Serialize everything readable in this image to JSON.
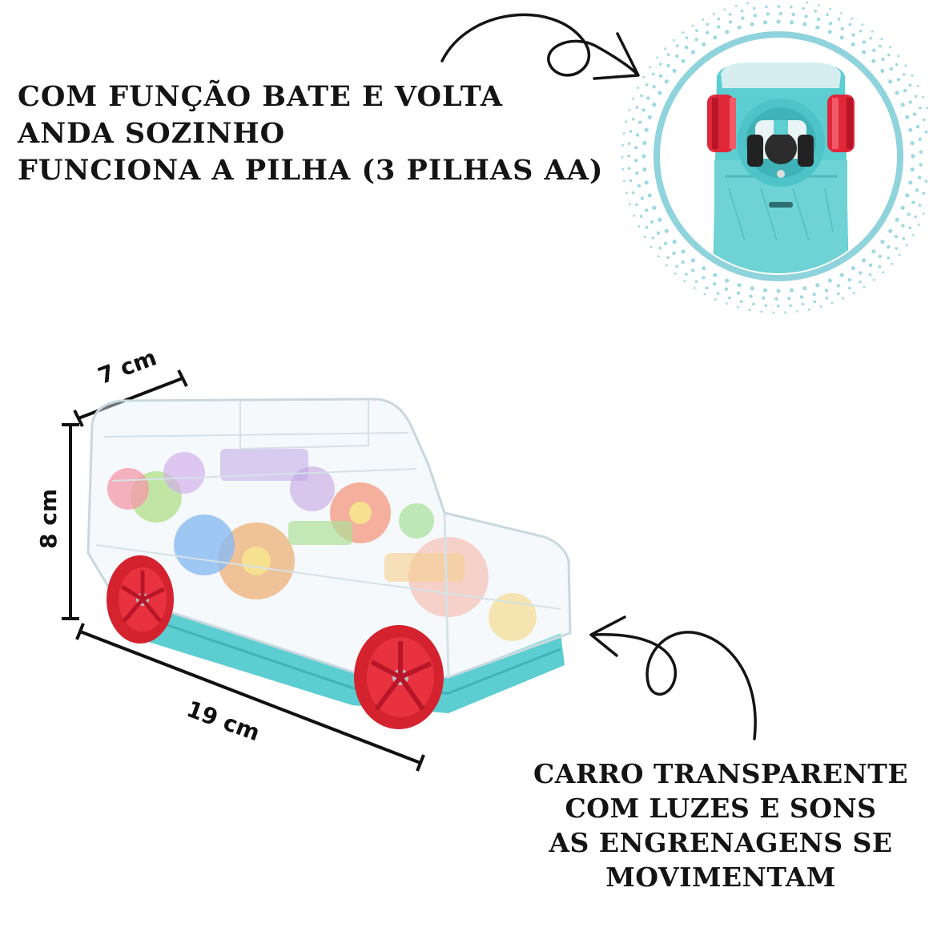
{
  "features": {
    "lines": [
      "COM FUNÇÃO  BATE E VOLTA",
      "ANDA SOZINHO",
      "FUNCIONA A PILHA (3 PILHAS AA)"
    ]
  },
  "description": {
    "lines": [
      "CARRO TRANSPARENTE",
      "COM LUZES E SONS",
      "AS ENGRENAGENS SE",
      "MOVIMENTAM"
    ]
  },
  "dimensions": {
    "width_label": "7 cm",
    "height_label": "8 cm",
    "length_label": "19 cm"
  },
  "colors": {
    "text": "#141414",
    "circle_ring": "#8fd3dc",
    "dots": "#9fd9e1",
    "toy_base": "#5ccdd0",
    "wheel": "#e0283a",
    "shell": "#e8f2f6"
  },
  "icons": {
    "top_arrow": "curly-arrow-right-icon",
    "bottom_arrow": "curly-arrow-left-icon",
    "detail_image": "battery-compartment-closeup",
    "product_image": "transparent-gear-car-toy"
  }
}
